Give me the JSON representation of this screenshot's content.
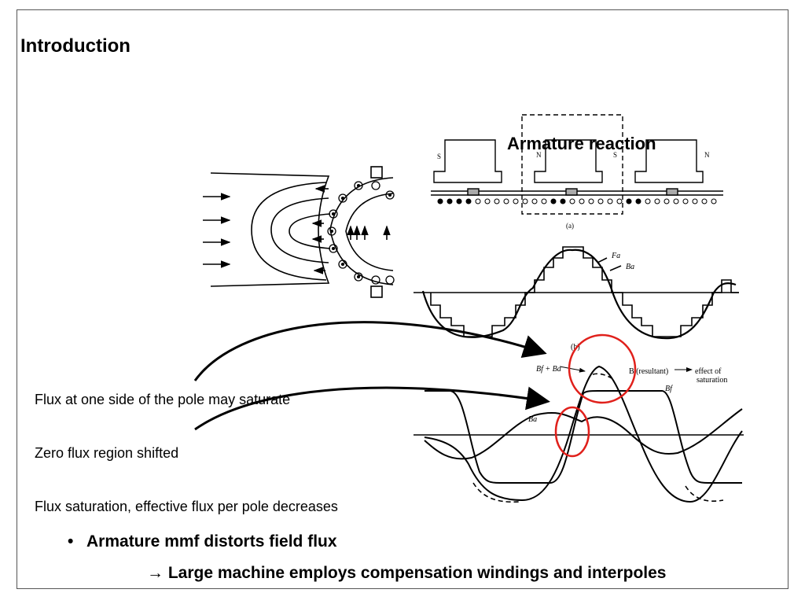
{
  "slide": {
    "title": "Introduction",
    "figure_title": "Armature reaction",
    "notes": [
      "Flux at one side of the pole may saturate",
      "Zero flux region shifted",
      "Flux saturation, effective flux per pole decreases"
    ],
    "bullet": {
      "marker": "•",
      "text": "Armature mmf distorts field flux"
    },
    "conclusion": "→ Large machine employs compensation windings and interpoles"
  },
  "figure": {
    "pole_labels": [
      "S",
      "N",
      "S",
      "N"
    ],
    "panel_a_label": "(a)",
    "panel_b_label": "(b)",
    "labels_b": {
      "fa": "Fa",
      "ba": "Ba"
    },
    "labels_c": {
      "sum": "Bf + Ba",
      "resultant": "B (resultant)",
      "effect": "effect of",
      "saturation": "saturation",
      "bf": "Bf",
      "ba": "Ba"
    },
    "highlight_color": "#e0201b"
  }
}
